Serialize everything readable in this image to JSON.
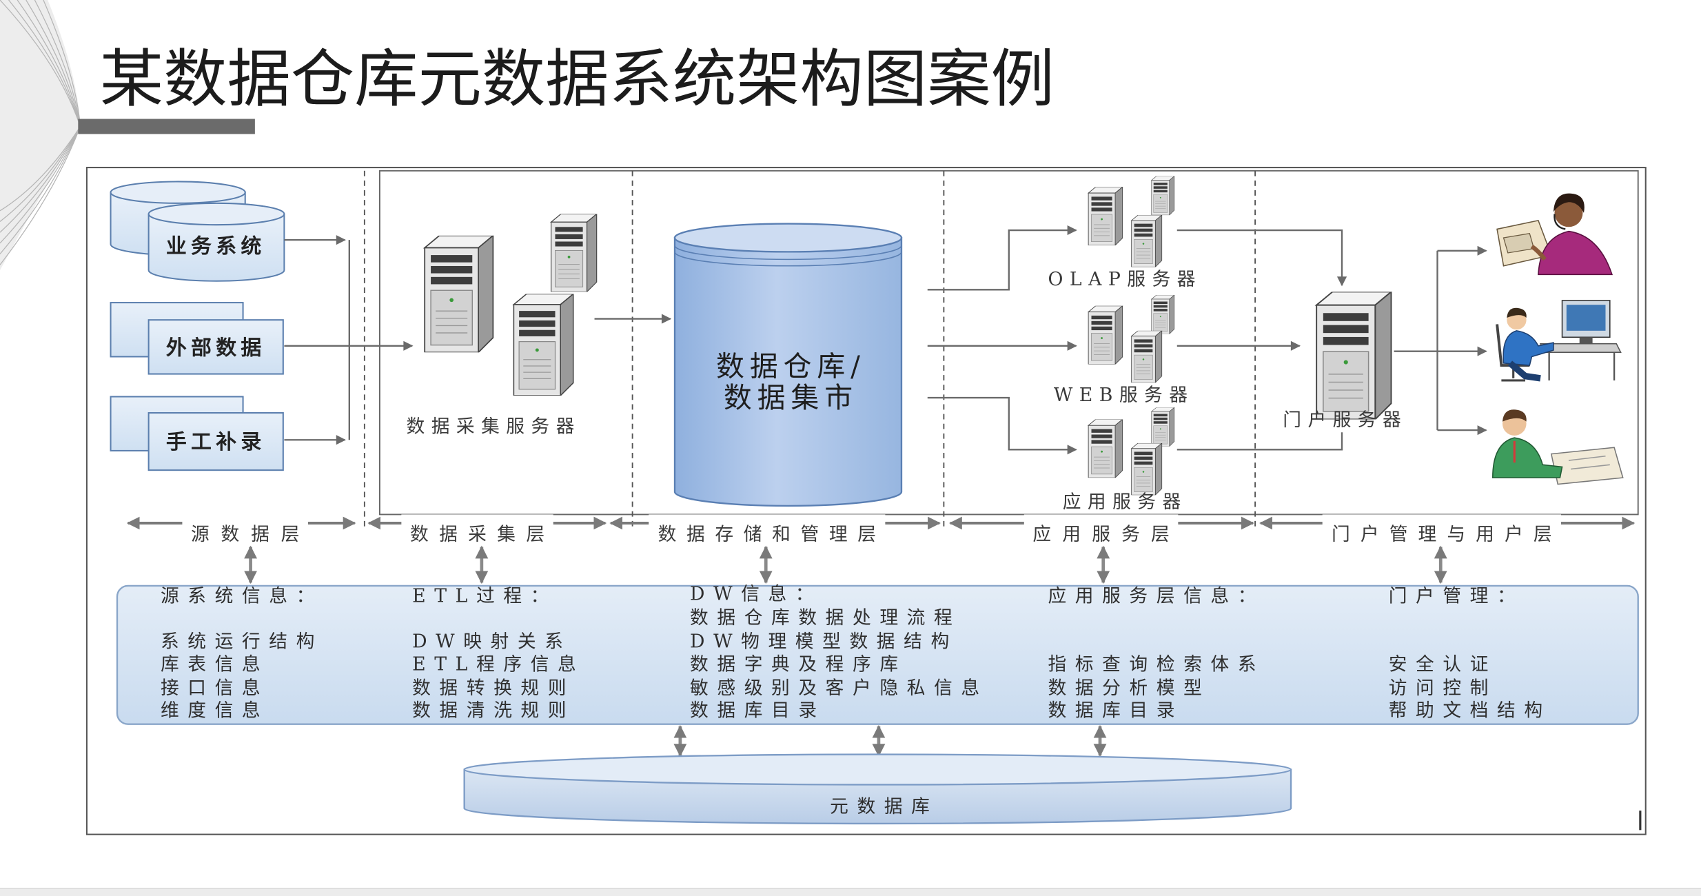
{
  "slide": {
    "title": "某数据仓库元数据系统架构图案例"
  },
  "sources": {
    "business_system": "业务系统",
    "external_data": "外部数据",
    "manual_entry": "手工补录"
  },
  "servers": {
    "collection": "数据采集服务器",
    "olap": "OLAP服务器",
    "web": "WEB服务器",
    "application": "应用服务器",
    "portal": "门户服务器"
  },
  "warehouse": {
    "line1": "数据仓库/",
    "line2": "数据集市"
  },
  "layers": [
    "源数据层",
    "数据采集层",
    "数据存储和管理层",
    "应用服务层",
    "门户管理与用户层"
  ],
  "metadata_panel": {
    "columns": [
      {
        "heading": "源系统信息：",
        "items": [
          "系统运行结构",
          "库表信息",
          "接口信息",
          "维度信息"
        ]
      },
      {
        "heading": "ETL过程：",
        "items": [
          "DW映射关系",
          "ETL程序信息",
          "数据转换规则",
          "数据清洗规则"
        ]
      },
      {
        "heading": "DW信息：",
        "items": [
          "数据仓库数据处理流程",
          "DW物理模型数据结构",
          "数据字典及程序库",
          "敏感级别及客户隐私信息",
          "数据库目录"
        ]
      },
      {
        "heading": "应用服务层信息：",
        "items": [
          "指标查询检索体系",
          "数据分析模型",
          "数据库目录"
        ]
      },
      {
        "heading": "门户管理：",
        "items": [
          "安全认证",
          "访问控制",
          "帮助文档结构"
        ]
      }
    ]
  },
  "metadata_db": {
    "label": "元数据库"
  },
  "icons": {
    "source_store": "database-cylinder-icon",
    "server": "server-tower-icon",
    "end_user": "user-figure-icon"
  },
  "colors": {
    "title_bar": "#6b6b6b",
    "box_fill": "#dbe7f4",
    "box_stroke": "#5b7fae",
    "cylinder_fill": "#a8c2e6",
    "panel_fill": "#d7e4f3",
    "connector": "#6a6a6a"
  }
}
